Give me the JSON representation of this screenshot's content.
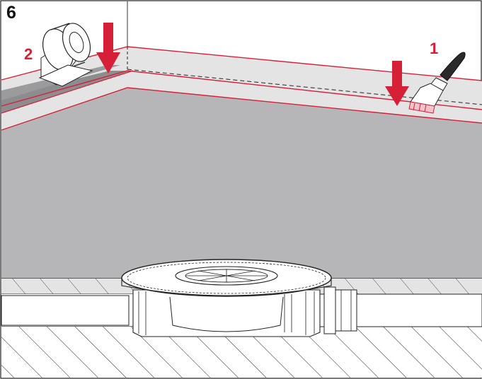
{
  "diagram": {
    "step_number": "6",
    "callouts": [
      {
        "label": "1",
        "tool": "paint-brush-icon",
        "action": "apply-liquid-membrane"
      },
      {
        "label": "2",
        "tool": "sealing-tape-roll-icon",
        "action": "apply-sealing-tape"
      }
    ],
    "colors": {
      "accent": "#d62038",
      "floor_fill": "#b6b6b8",
      "wall_fill": "#e4e4e5",
      "line": "#1a1a1a"
    }
  }
}
